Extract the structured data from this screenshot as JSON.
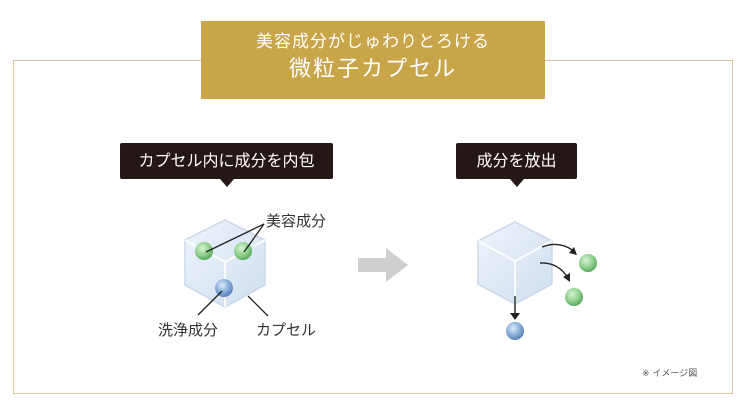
{
  "header": {
    "line1": "美容成分がじゅわりとろける",
    "line2": "微粒子カプセル"
  },
  "left_panel": {
    "bubble": "カプセル内に成分を内包",
    "label_beauty": "美容成分",
    "label_cleansing": "洗浄成分",
    "label_capsule": "カプセル"
  },
  "right_panel": {
    "bubble": "成分を放出"
  },
  "note": "※ イメージ図",
  "colors": {
    "gold": "#c9a54a",
    "frame": "#d8c89a",
    "bubble": "#231815",
    "cube": "#dce8f4",
    "green_bead": "#8fd18e",
    "blue_bead": "#7fa9d6",
    "arrow": "#cfcfcf"
  }
}
